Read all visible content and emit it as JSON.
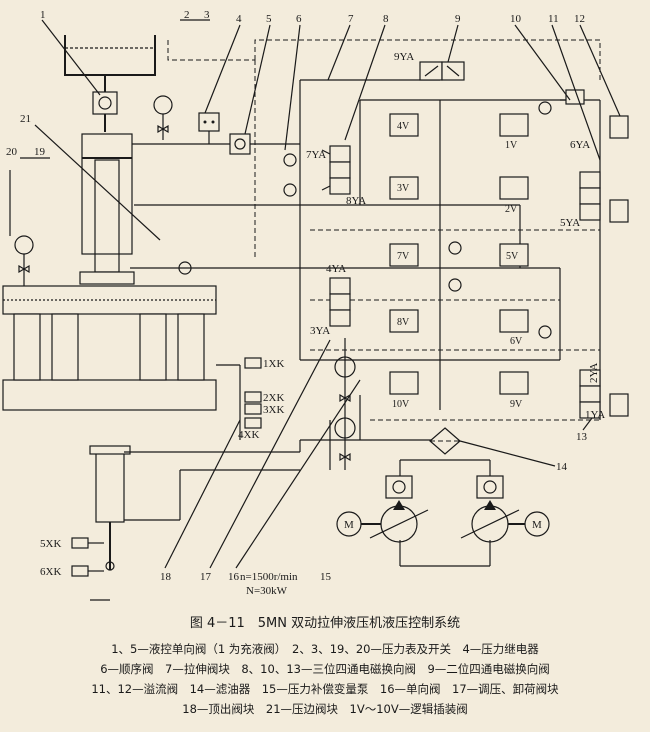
{
  "labels": {
    "n1": "1",
    "n2": "2",
    "n3": "3",
    "n4": "4",
    "n5": "5",
    "n6": "6",
    "n7": "7",
    "n8": "8",
    "n9": "9",
    "n10": "10",
    "n11": "11",
    "n12": "12",
    "n13": "13",
    "n14": "14",
    "n15": "15",
    "n16": "16",
    "n17": "17",
    "n18": "18",
    "n19": "19",
    "n20": "20",
    "n21": "21"
  },
  "solenoids": {
    "ya1": "1YA",
    "ya2": "2YA",
    "ya3": "3YA",
    "ya4": "4YA",
    "ya5": "5YA",
    "ya6": "6YA",
    "ya7": "7YA",
    "ya8": "8YA",
    "ya9": "9YA"
  },
  "valves": {
    "v1": "1V",
    "v2": "2V",
    "v3": "3V",
    "v4": "4V",
    "v5": "5V",
    "v6": "6V",
    "v7": "7V",
    "v8": "8V",
    "v9": "9V",
    "v10": "10V"
  },
  "switches": {
    "xk1": "1XK",
    "xk2": "2XK",
    "xk3": "3XK",
    "xk4": "4XK",
    "xk5": "5XK",
    "xk6": "6XK"
  },
  "motor": "M",
  "pump_spec": {
    "speed": "n=1500r/min",
    "power": "N=30kW"
  },
  "caption": {
    "title": "图 4－11　5MN 双动拉伸液压机液压控制系统",
    "lines": [
      "1、5—液控单向阀（1 为充液阀）　2、3、19、20—压力表及开关　4—压力继电器",
      "6—顺序阀　7—拉伸阀块　8、10、13—三位四通电磁换向阀　9—二位四通电磁换向阀",
      "11、12—溢流阀　14—滤油器　15—压力补偿变量泵　16—单向阀　17—调压、卸荷阀块",
      "18—顶出阀块　21—压边阀块　1V～10V—逻辑插装阀"
    ]
  }
}
